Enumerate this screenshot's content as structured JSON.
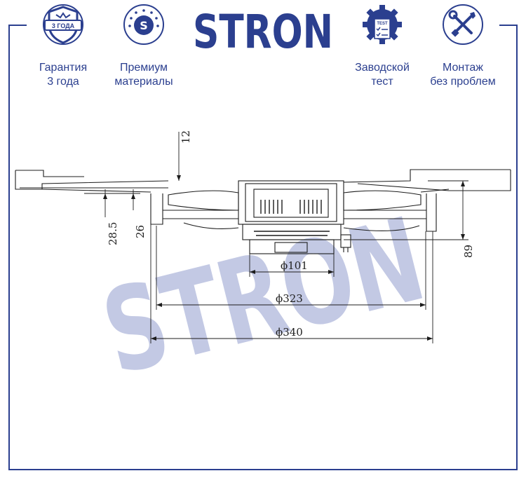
{
  "brand": {
    "logo_text": "STRON",
    "color": "#2b3f8f",
    "watermark_color": "#b9c0e0"
  },
  "badges": [
    {
      "icon": "shield-icon",
      "icon_text": "3 ГОДА",
      "line1": "Гарантия",
      "line2": "3 года"
    },
    {
      "icon": "premium-s-icon",
      "icon_text": "S",
      "line1": "Премиум",
      "line2": "материалы"
    },
    {
      "icon": "gear-test-icon",
      "icon_text": "TEST",
      "line1": "Заводской",
      "line2": "тест"
    },
    {
      "icon": "tools-icon",
      "icon_text": "",
      "line1": "Монтаж",
      "line2": "без проблем"
    }
  ],
  "dimensions": {
    "d101": "ϕ101",
    "d323": "ϕ323",
    "d340": "ϕ340",
    "h12": "12",
    "h26": "26",
    "h28_5": "28.5",
    "h89": "89"
  }
}
